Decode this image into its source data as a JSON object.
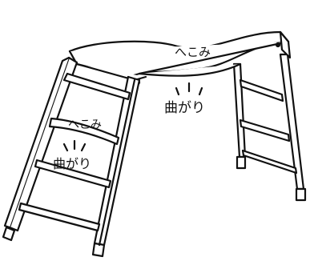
{
  "illustration": {
    "labels": {
      "top_dent": "へこみ",
      "top_bend": "曲がり",
      "step_dent": "へこみ",
      "step_bend": "曲がり"
    },
    "colors": {
      "stroke": "#111111",
      "fill": "#ffffff"
    }
  }
}
